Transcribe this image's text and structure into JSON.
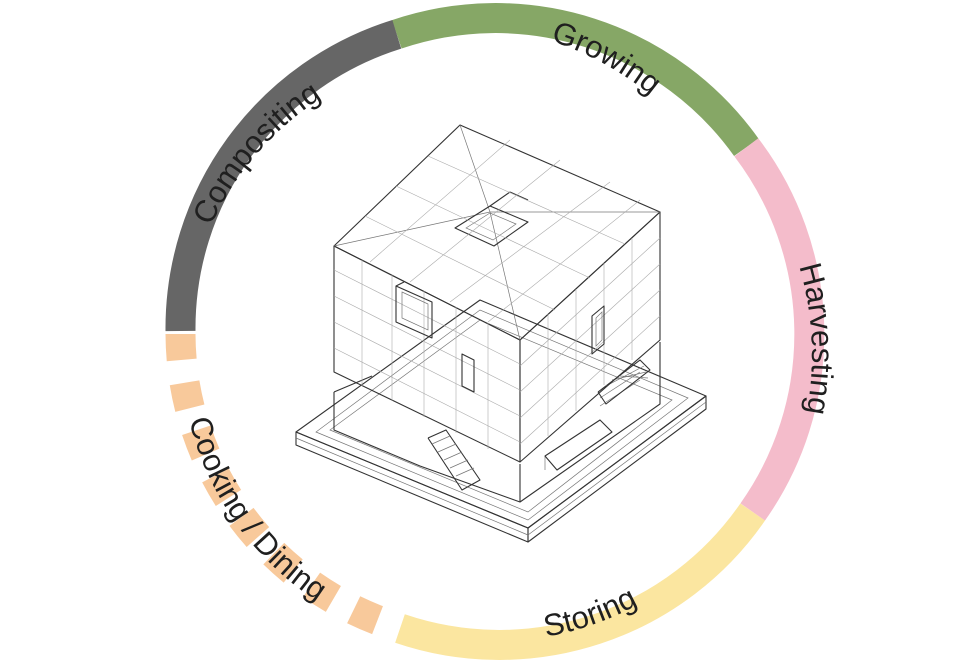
{
  "stages": [
    {
      "id": "growing",
      "label": "Growing",
      "color": "#86a766"
    },
    {
      "id": "harvesting",
      "label": "Harvesting",
      "color": "#f4bccb"
    },
    {
      "id": "storing",
      "label": "Storing",
      "color": "#fbe6a0"
    },
    {
      "id": "cooking-dining",
      "label": "Cooking / Dining",
      "color": "#f8c99b"
    },
    {
      "id": "compositing",
      "label": "Compositing",
      "color": "#666666"
    }
  ]
}
